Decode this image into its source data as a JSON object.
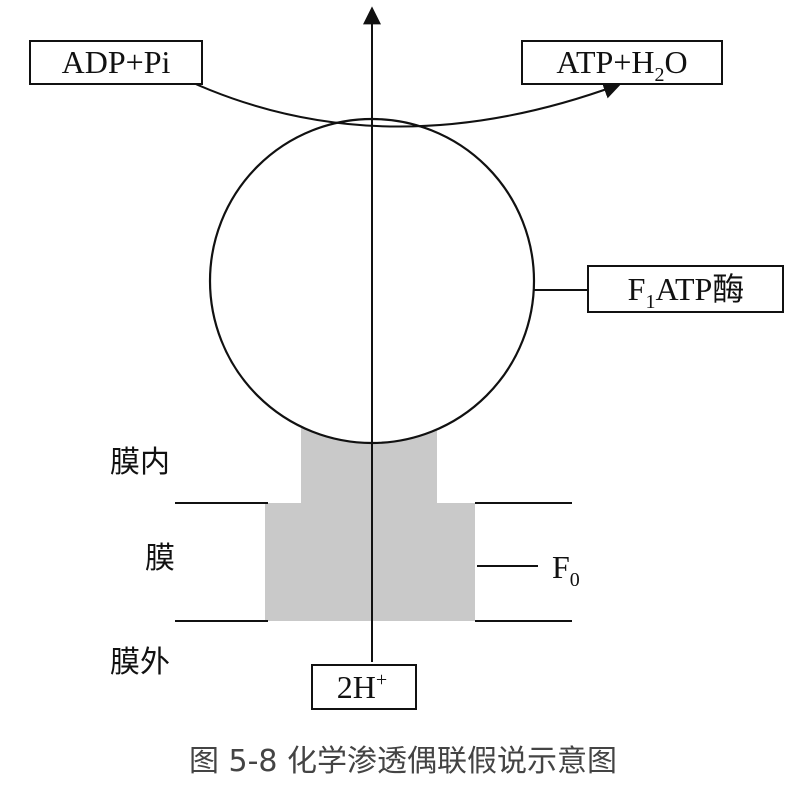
{
  "labels": {
    "substrate": "ADP+Pi",
    "product_main": "ATP+H",
    "product_sub": "2",
    "product_end": "O",
    "enzyme_pre": "F",
    "enzyme_sub": "1",
    "enzyme_post": "ATP酶",
    "f0_main": "F",
    "f0_sub": "0",
    "proton_main": "2H",
    "proton_sup": "+"
  },
  "regions": {
    "inner": "膜内",
    "membrane": "膜",
    "outer": "膜外"
  },
  "caption": "图 5-8   化学渗透偶联假说示意图"
}
